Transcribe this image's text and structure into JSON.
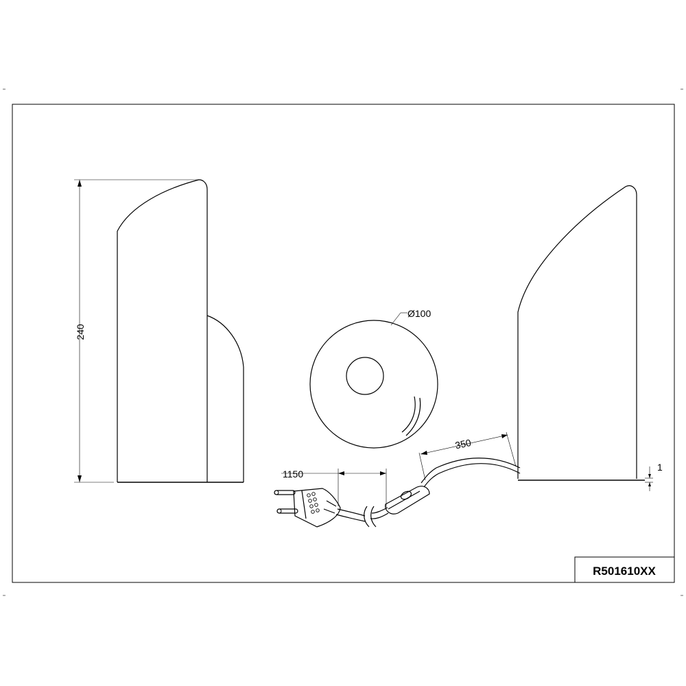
{
  "drawing": {
    "part_number": "R501610XX",
    "dimensions": {
      "height": "240",
      "diameter": "Ø100",
      "cable_length_plug": "1150",
      "cable_length_switch": "350",
      "base_thickness": "1"
    }
  }
}
